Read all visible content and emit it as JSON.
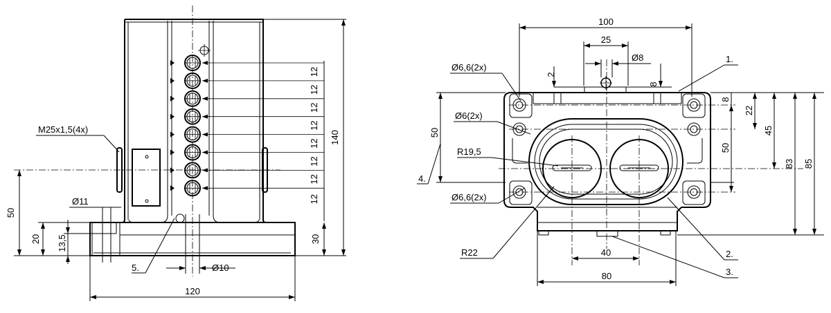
{
  "side_view": {
    "dimensions": {
      "overall_height": "140",
      "base_height": "30",
      "pitch": "12",
      "cable_pitch_count": 8,
      "entry_height": "50",
      "step_height": "20",
      "hole_depth": "13,5",
      "base_width": "120",
      "hole_diameter": "Ø11",
      "pin_diameter": "Ø10",
      "thread_label": "M25x1,5(4x)"
    },
    "callouts": [
      "5."
    ]
  },
  "front_view": {
    "dimensions": {
      "overall_width": "100",
      "slot_spacing": "25",
      "pin_diameter": "Ø8",
      "gap": "2",
      "offset": "8",
      "mount_hole_top": "Ø6,6(2x)",
      "side_hole": "Ø6(2x)",
      "mount_hole_bottom": "Ø6,6(2x)",
      "inner_radius": "R19,5",
      "outer_radius": "R22",
      "left_vertical": "50",
      "right_8": "8",
      "right_22": "22",
      "right_45": "45",
      "right_50": "50",
      "right_83": "83",
      "right_85": "85",
      "center_spacing": "40",
      "base_width": "80"
    },
    "callouts": [
      "1.",
      "2.",
      "3.",
      "4."
    ]
  }
}
